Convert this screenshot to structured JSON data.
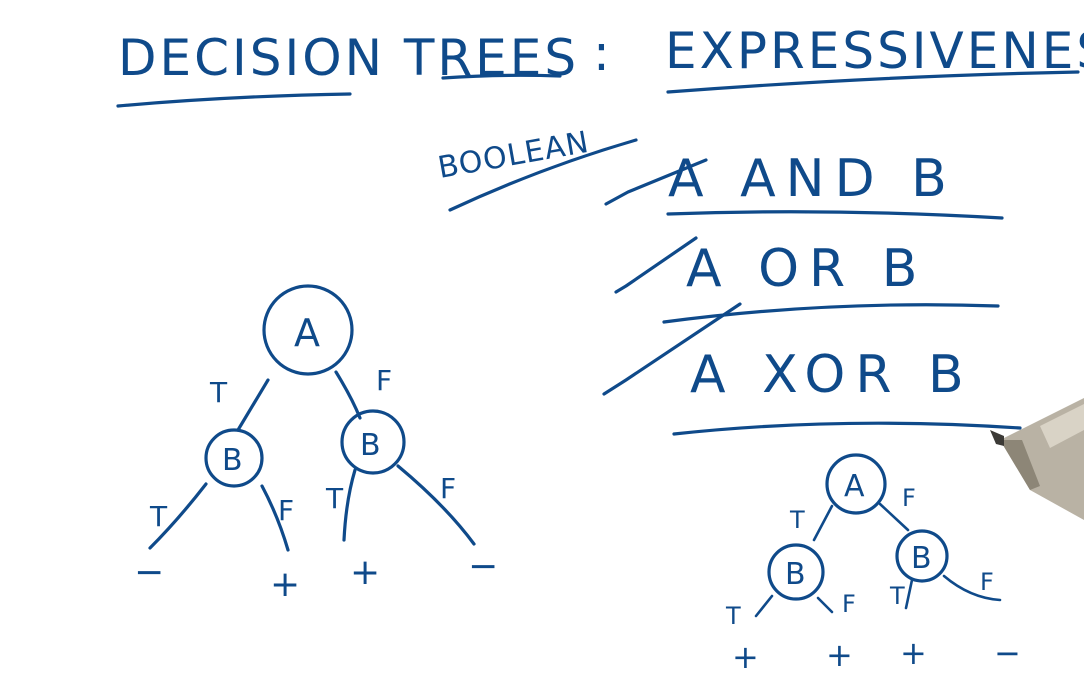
{
  "title": {
    "part1": "DECISION TREES",
    "separator": ":",
    "part2": "EXPRESSIVENESS"
  },
  "boolean_label": "BOOLEAN",
  "expressions": [
    {
      "text": "A AND B",
      "checked": true
    },
    {
      "text": "A OR B",
      "checked": true
    },
    {
      "text": "A XOR B",
      "checked": true
    }
  ],
  "left_tree": {
    "root": "A",
    "root_left_edge": "T",
    "root_right_edge": "F",
    "left_child": "B",
    "right_child": "B",
    "lc_left_edge": "T",
    "lc_right_edge": "F",
    "rc_left_edge": "T",
    "rc_right_edge": "F",
    "leaves": [
      "−",
      "+",
      "+",
      "−"
    ]
  },
  "right_tree": {
    "root": "A",
    "root_left_edge": "T",
    "root_right_edge": "F",
    "left_child": "B",
    "right_child": "B",
    "lc_left_edge": "T",
    "lc_right_edge": "F",
    "rc_left_edge": "T",
    "rc_right_edge": "F",
    "leaves": [
      "+",
      "+",
      "+",
      "−"
    ]
  },
  "colors": {
    "ink": "#0f4a8a",
    "background": "#ffffff"
  }
}
